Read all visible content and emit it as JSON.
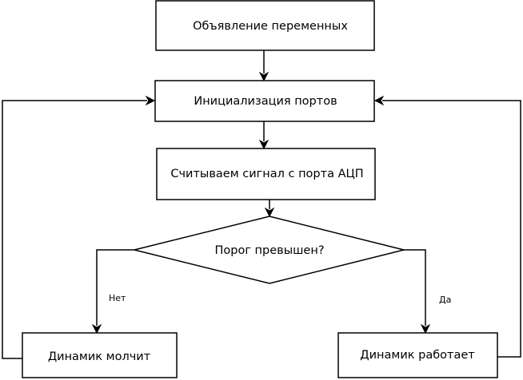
{
  "nodes": {
    "declare_vars": "Объявление переменных",
    "init_ports": "Инициализация портов",
    "read_adc": "Считываем сигнал с порта АЦП",
    "threshold_check": "Порог превышен?",
    "speaker_silent": "Динамик молчит",
    "speaker_active": "Динамик работает"
  },
  "edges": {
    "no_label": "Нет",
    "yes_label": "Да"
  }
}
